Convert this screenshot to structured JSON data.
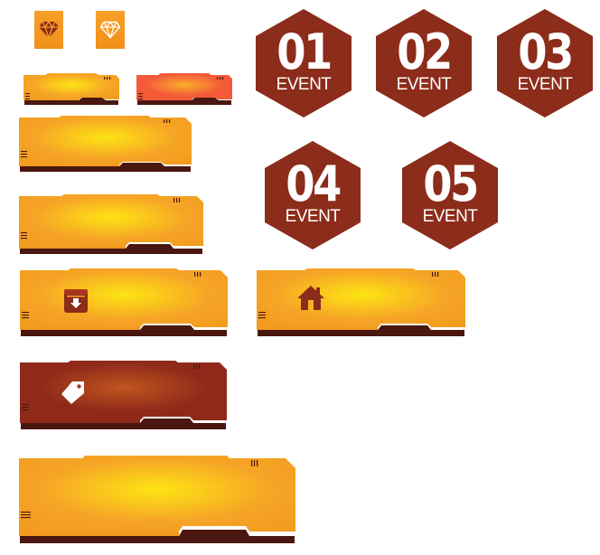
{
  "colors": {
    "orange_top": "#f6a526",
    "orange_mid": "#fde414",
    "orange_bottom": "#f29a1e",
    "red_top": "#f45a3a",
    "red_mid": "#f8ae2a",
    "dark_red": "#8f2a1a",
    "shadow_brown": "#4a1710",
    "hex_fill": "#8c2c1a",
    "white": "#ffffff"
  },
  "gems": [
    {
      "icon": "diamond-icon",
      "style": "filled"
    },
    {
      "icon": "diamond-icon",
      "style": "outline"
    }
  ],
  "panels": [
    {
      "variant": "orange",
      "icon": ""
    },
    {
      "variant": "red",
      "icon": ""
    },
    {
      "variant": "orange",
      "icon": ""
    },
    {
      "variant": "orange",
      "icon": ""
    },
    {
      "variant": "orange",
      "icon": "download-box-icon"
    },
    {
      "variant": "orange",
      "icon": "home-icon"
    },
    {
      "variant": "darkred",
      "icon": "tag-icon"
    },
    {
      "variant": "orange",
      "icon": ""
    }
  ],
  "events": [
    {
      "number": "01",
      "label": "EVENT"
    },
    {
      "number": "02",
      "label": "EVENT"
    },
    {
      "number": "03",
      "label": "EVENT"
    },
    {
      "number": "04",
      "label": "EVENT"
    },
    {
      "number": "05",
      "label": "EVENT"
    }
  ]
}
